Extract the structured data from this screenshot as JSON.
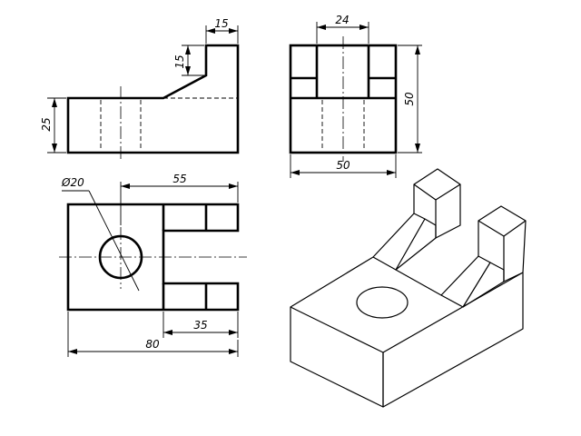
{
  "dimensions": {
    "front_top_width": "15",
    "front_slope_height": "15",
    "front_base_height": "25",
    "side_slot_width": "24",
    "side_total_height": "50",
    "side_total_width": "50",
    "top_hole_diameter": "Ø20",
    "top_slot_length": "55",
    "top_slot_offset": "35",
    "top_total_length": "80"
  },
  "colors": {
    "line": "#000000",
    "background": "#ffffff"
  }
}
